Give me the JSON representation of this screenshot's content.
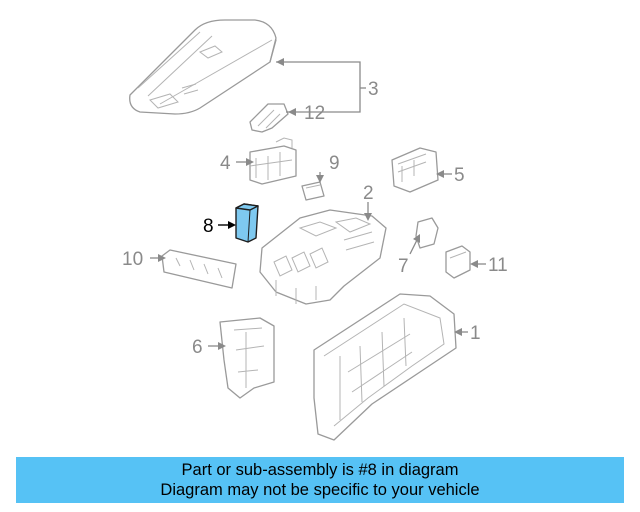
{
  "callouts": {
    "c1": "1",
    "c2": "2",
    "c3": "3",
    "c4": "4",
    "c5": "5",
    "c6": "6",
    "c7": "7",
    "c8": "8",
    "c9": "9",
    "c10": "10",
    "c11": "11",
    "c12": "12"
  },
  "highlight": {
    "part_number": "8",
    "color": "#7ec9f0"
  },
  "banner": {
    "line1": "Part or sub-assembly is #8 in diagram",
    "line2": "Diagram may not be specific to your vehicle",
    "background": "#56c2f5"
  }
}
